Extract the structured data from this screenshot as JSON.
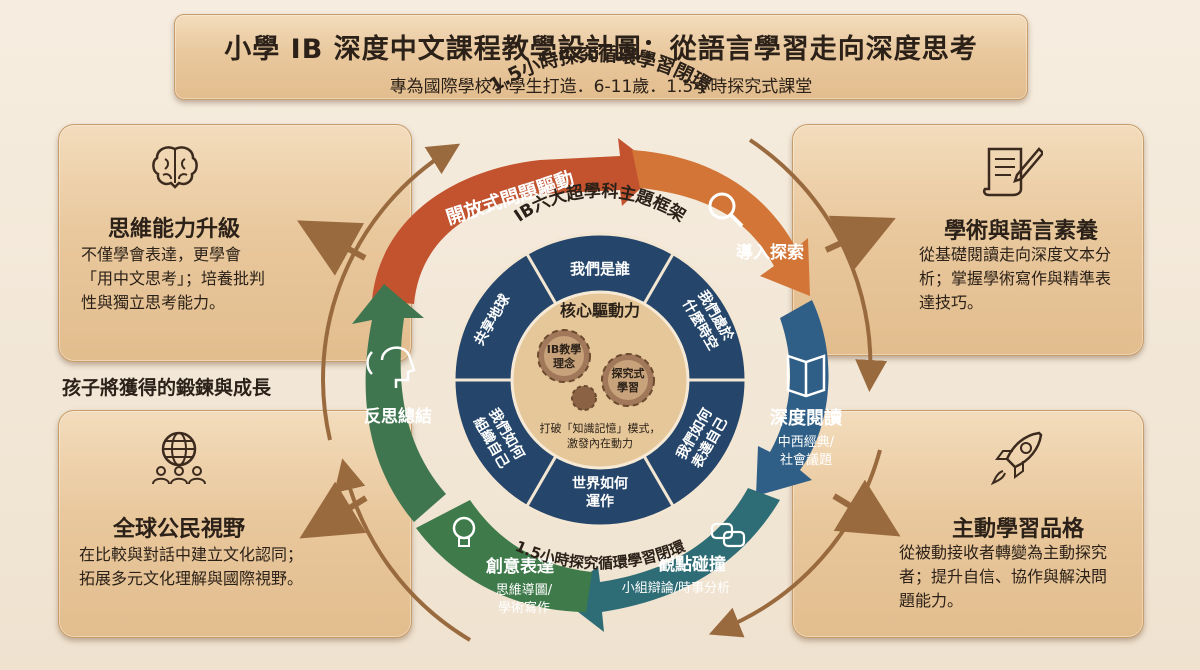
{
  "header": {
    "title": "小學 IB 深度中文課程教學設計圖：從語言學習走向深度思考",
    "subtitle": "專為國際學校小學生打造．6-11歲．1.5小時探究式課堂"
  },
  "outcomes_caption": "孩子將獲得的鍛鍊與成長",
  "cards": {
    "thinking": {
      "title": "思維能力升級",
      "lines": [
        "不僅學會表達，更學會",
        "「用中文思考」；培養批判",
        "性與獨立思考能力。"
      ],
      "icon": "brain-icon"
    },
    "global": {
      "title": "全球公民視野",
      "lines": [
        "在比較與對話中建立文化認同；",
        "拓展多元文化理解與國際視野。"
      ],
      "icon": "globe-people-icon"
    },
    "academic": {
      "title": "學術與語言素養",
      "lines": [
        "從基礎閱讀走向深度文本分",
        "析；掌握學術寫作與精準表",
        "達技巧。"
      ],
      "icon": "scroll-pen-icon"
    },
    "proactive": {
      "title": "主動學習品格",
      "lines": [
        "從被動接收者轉變為主動探究",
        "者；提升自信、協作與解決問",
        "題能力。"
      ],
      "icon": "rocket-icon"
    }
  },
  "cycle": {
    "arc_top_label": "1.5小時探究循環學習閉環",
    "arc_inner_label": "1.5小時探究循環學習閉環",
    "framework_label": "IB六大超學科主題框架",
    "stages": {
      "open": {
        "title": "開放式問題驅動",
        "color": "#c2532e"
      },
      "explore": {
        "title": "導入探索",
        "color": "#d27536"
      },
      "reading": {
        "title": "深度閱讀",
        "sub": [
          "中西經典/",
          "社會議題"
        ],
        "color": "#2f5f86"
      },
      "debate": {
        "title": "觀點碰撞",
        "sub": [
          "小組辯論/時事分析"
        ],
        "color": "#2e6d76"
      },
      "creative": {
        "title": "創意表達",
        "sub": [
          "思維導圖/",
          "學術寫作"
        ],
        "color": "#3e7a4a"
      },
      "reflect": {
        "title": "反思總結",
        "color": "#3f7650"
      }
    },
    "themes": [
      "我們是誰",
      "我們處於什麼時空",
      "我們如何表達自己",
      "世界如何運作",
      "我們如何組織自己",
      "共享地球"
    ],
    "themes_display": {
      "who": "我們是誰",
      "time_a": "我們處於",
      "time_b": "什麼時空",
      "express_a": "我們如何",
      "express_b": "表達自己",
      "world_a": "世界如何",
      "world_b": "運作",
      "organize_a": "我們如何",
      "organize_b": "組織自己",
      "planet": "共享地球"
    },
    "core": {
      "title": "核心驅動力",
      "gear_left_a": "IB教學",
      "gear_left_b": "理念",
      "gear_right_a": "探究式",
      "gear_right_b": "學習",
      "note_a": "打破「知識記憶」模式，",
      "note_b": "激發內在動力"
    }
  },
  "colors": {
    "text": "#2b2118",
    "ring": "#25466a",
    "wood": "#e9c89d",
    "arrow_brown": "#9a6a3f"
  }
}
